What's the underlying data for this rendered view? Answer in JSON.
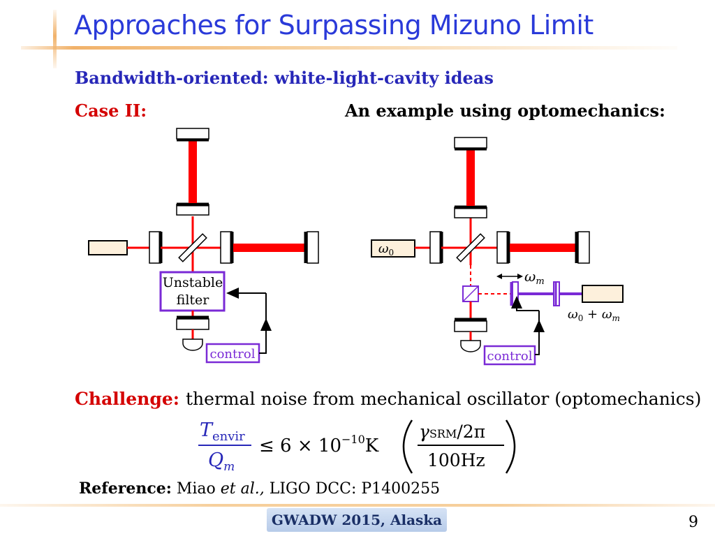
{
  "slide": {
    "title": "Approaches for Surpassing Mizuno Limit",
    "subtitle": "Bandwidth-oriented: white-light-cavity ideas",
    "case_label": "Case II:",
    "example_label": "An example using optomechanics:"
  },
  "left_diagram": {
    "filter_label_line1": "Unstable",
    "filter_label_line2": "filter",
    "control_label": "control"
  },
  "right_diagram": {
    "laser_label": "ω",
    "laser_sub": "0",
    "omega_m_label": "ω",
    "omega_m_sub": "m",
    "sum_label_a": "ω",
    "sum_label_a_sub": "0",
    "sum_label_b": " + ω",
    "sum_label_b_sub": "m",
    "control_label": "control"
  },
  "challenge": {
    "label": "Challenge:",
    "text": "thermal noise from mechanical oscillator (optomechanics)"
  },
  "formula": {
    "T": "T",
    "envir": "envir",
    "Q": "Q",
    "m": "m",
    "rel": "≤ 6 × 10",
    "exp": "−10",
    "unit": "K",
    "gamma": "γ",
    "srm": "SRM",
    "twopi": "/2π",
    "hz": "100Hz"
  },
  "reference": {
    "label": "Reference:",
    "author": " Miao ",
    "etal": "et al.,",
    "source": " LIGO DCC: P1400255"
  },
  "footer": {
    "conference": "GWADW 2015, Alaska",
    "page": "9"
  },
  "colors": {
    "title": "#2a3ad9",
    "subtitle": "#2727b8",
    "accent_red": "#d40000",
    "laser_red": "#ff0000",
    "purple": "#7a2ad6"
  }
}
